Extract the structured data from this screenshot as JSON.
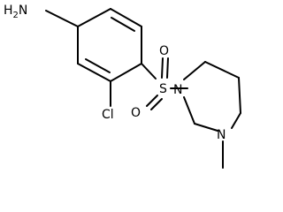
{
  "molecule": {
    "atoms": {
      "amine": "H2N",
      "amine_h": "H",
      "amine_sub": "2",
      "amine_n": "N",
      "chlorine": "Cl",
      "sulfur": "S",
      "oxygen_top": "O",
      "oxygen_bottom": "O",
      "ring_nitrogen": "N",
      "methyl_nitrogen": "N"
    },
    "colors": {
      "bond": "#000000",
      "text": "#000000",
      "background": "#ffffff"
    }
  }
}
